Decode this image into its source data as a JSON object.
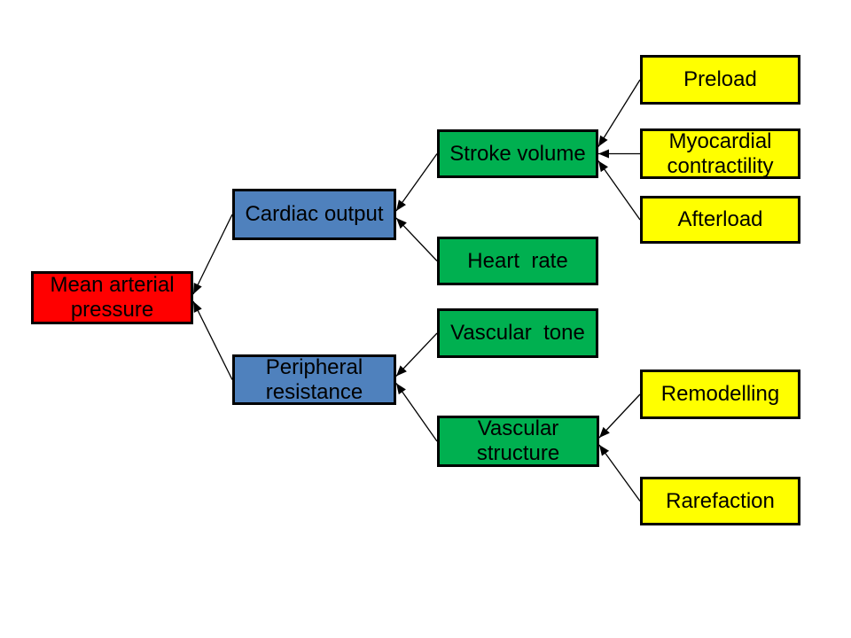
{
  "nodes": {
    "mean_arterial_pressure": {
      "label": "Mean arterial\npressure",
      "color": "#FF0000"
    },
    "cardiac_output": {
      "label": "Cardiac output",
      "color": "#4F81BD"
    },
    "peripheral_resistance": {
      "label": "Peripheral\nresistance",
      "color": "#4F81BD"
    },
    "stroke_volume": {
      "label": "Stroke volume",
      "color": "#00B050"
    },
    "heart_rate": {
      "label": "Heart  rate",
      "color": "#00B050"
    },
    "vascular_tone": {
      "label": "Vascular  tone",
      "color": "#00B050"
    },
    "vascular_structure": {
      "label": "Vascular\nstructure",
      "color": "#00B050"
    },
    "preload": {
      "label": "Preload",
      "color": "#FFFF00"
    },
    "myocardial_contractility": {
      "label": "Myocardial\ncontractility",
      "color": "#FFFF00"
    },
    "afterload": {
      "label": "Afterload",
      "color": "#FFFF00"
    },
    "remodelling": {
      "label": "Remodelling",
      "color": "#FFFF00"
    },
    "rarefaction": {
      "label": "Rarefaction",
      "color": "#FFFF00"
    }
  },
  "edges": [
    {
      "from": "cardiac_output",
      "to": "mean_arterial_pressure"
    },
    {
      "from": "peripheral_resistance",
      "to": "mean_arterial_pressure"
    },
    {
      "from": "stroke_volume",
      "to": "cardiac_output"
    },
    {
      "from": "heart_rate",
      "to": "cardiac_output"
    },
    {
      "from": "vascular_tone",
      "to": "peripheral_resistance"
    },
    {
      "from": "vascular_structure",
      "to": "peripheral_resistance"
    },
    {
      "from": "preload",
      "to": "stroke_volume"
    },
    {
      "from": "myocardial_contractility",
      "to": "stroke_volume"
    },
    {
      "from": "afterload",
      "to": "stroke_volume"
    },
    {
      "from": "remodelling",
      "to": "vascular_structure"
    },
    {
      "from": "rarefaction",
      "to": "vascular_structure"
    }
  ],
  "style": {
    "background": "#FFFFFF",
    "border_color": "#000000",
    "line_color": "#000000",
    "text_color": "#000000"
  }
}
